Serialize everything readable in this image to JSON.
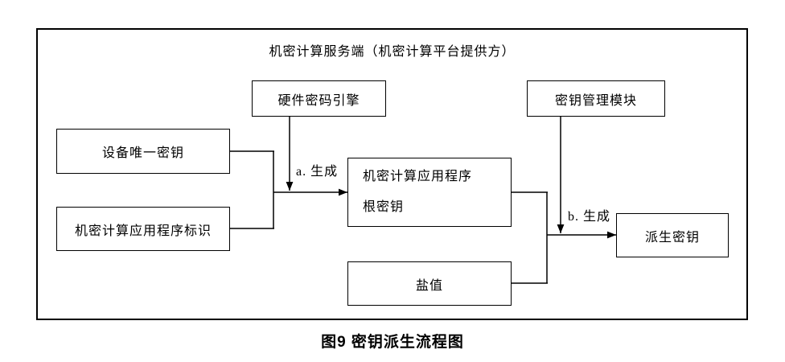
{
  "diagram": {
    "container_title": "机密计算服务端（机密计算平台提供方）",
    "nodes": {
      "hardware_crypto_engine": "硬件密码引擎",
      "device_unique_key": "设备唯一密钥",
      "app_identifier": "机密计算应用程序标识",
      "app_root_key_line1": "机密计算应用程序",
      "app_root_key_line2": "根密钥",
      "salt_value": "盐值",
      "key_management_module": "密钥管理模块",
      "derived_key": "派生密钥"
    },
    "edge_labels": {
      "a_generate": "a. 生成",
      "b_generate": "b. 生成"
    },
    "caption": "图9 密钥派生流程图",
    "colors": {
      "line": "#000000",
      "background": "#ffffff",
      "text": "#000000"
    }
  }
}
